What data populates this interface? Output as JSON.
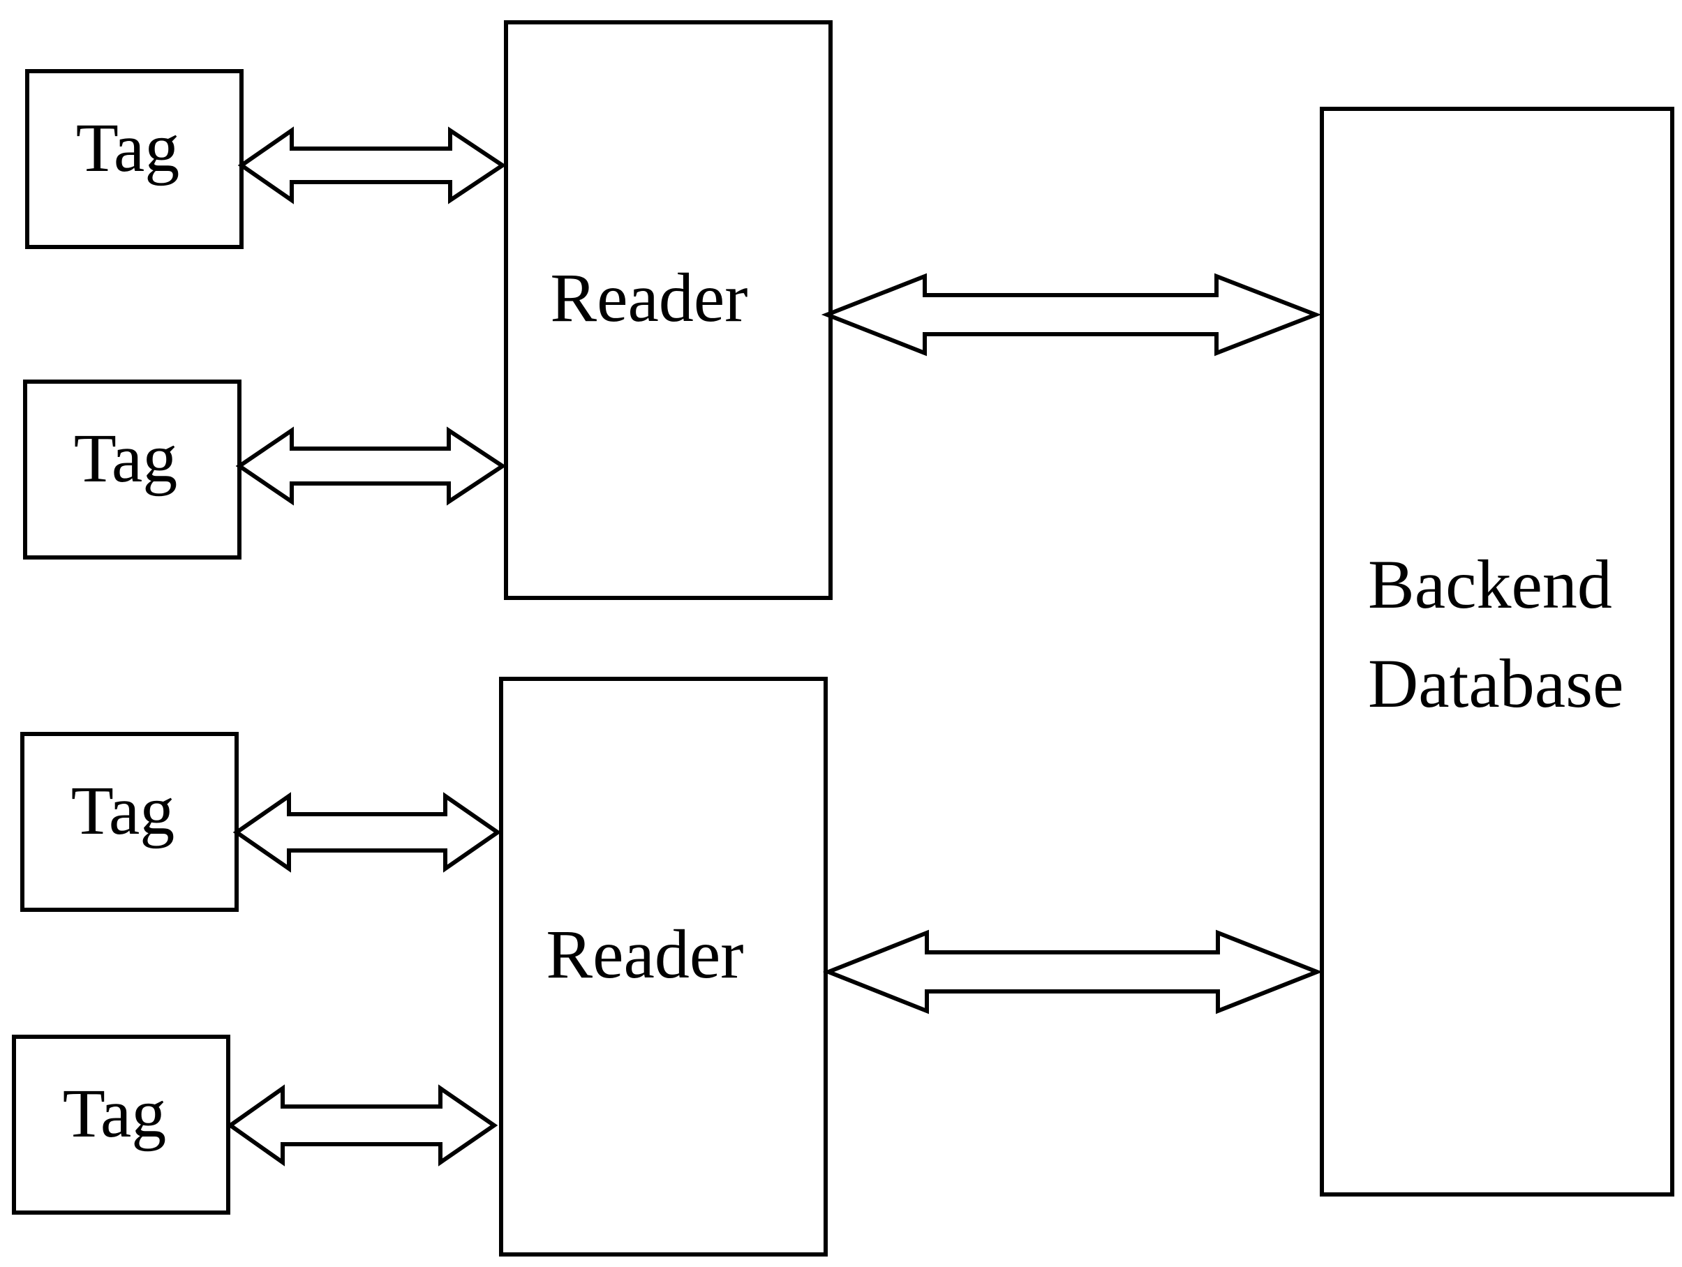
{
  "nodes": {
    "tag_1": "Tag",
    "tag_2": "Tag",
    "tag_3": "Tag",
    "tag_4": "Tag",
    "reader_1": "Reader",
    "reader_2": "Reader",
    "backend": {
      "line1": "Backend",
      "line2": "Database"
    }
  },
  "edges": [
    {
      "from": "tag_1",
      "to": "reader_1",
      "direction": "bidirectional"
    },
    {
      "from": "tag_2",
      "to": "reader_1",
      "direction": "bidirectional"
    },
    {
      "from": "tag_3",
      "to": "reader_2",
      "direction": "bidirectional"
    },
    {
      "from": "tag_4",
      "to": "reader_2",
      "direction": "bidirectional"
    },
    {
      "from": "reader_1",
      "to": "backend",
      "direction": "bidirectional"
    },
    {
      "from": "reader_2",
      "to": "backend",
      "direction": "bidirectional"
    }
  ],
  "colors": {
    "stroke": "#000000",
    "fill": "#ffffff"
  }
}
